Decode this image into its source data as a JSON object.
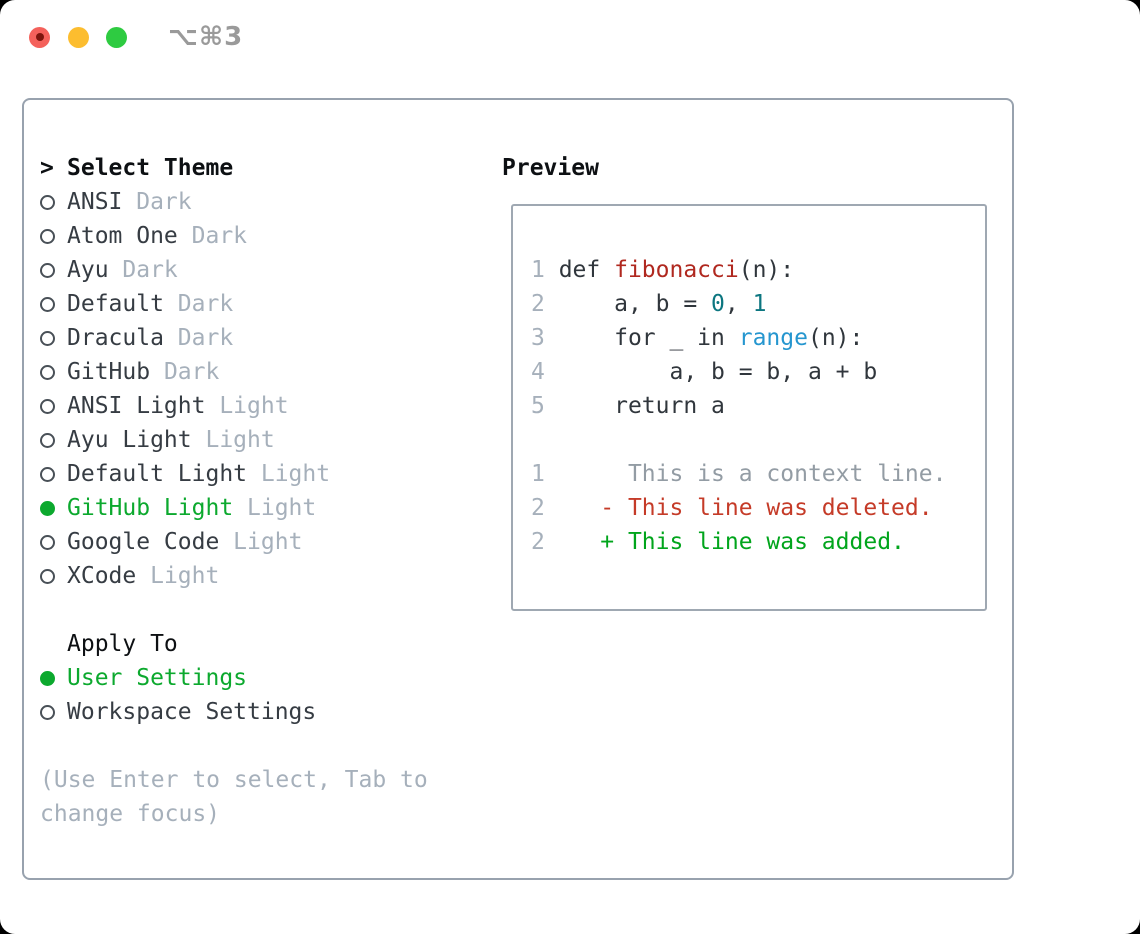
{
  "window": {
    "title": "⌥⌘3"
  },
  "colors": {
    "accent-green": "#0ca92e",
    "diff-added": "#01a51c",
    "diff-deleted": "#c53b28",
    "def-red": "#b0281f",
    "call-blue": "#2596cf",
    "number-teal": "#0c7680",
    "muted-gray": "#a6b0bb",
    "panel-border": "#98a2ae",
    "traffic-red": "#f4615b",
    "traffic-yellow": "#fcbd2f",
    "traffic-green": "#2ecb41"
  },
  "theme_picker": {
    "prompt": ">",
    "title": "Select Theme",
    "items": [
      {
        "label": "ANSI",
        "variant": "Dark",
        "selected": false
      },
      {
        "label": "Atom One",
        "variant": "Dark",
        "selected": false
      },
      {
        "label": "Ayu",
        "variant": "Dark",
        "selected": false
      },
      {
        "label": "Default",
        "variant": "Dark",
        "selected": false
      },
      {
        "label": "Dracula",
        "variant": "Dark",
        "selected": false
      },
      {
        "label": "GitHub",
        "variant": "Dark",
        "selected": false
      },
      {
        "label": "ANSI Light",
        "variant": "Light",
        "selected": false
      },
      {
        "label": "Ayu Light",
        "variant": "Light",
        "selected": false
      },
      {
        "label": "Default Light",
        "variant": "Light",
        "selected": false
      },
      {
        "label": "GitHub Light",
        "variant": "Light",
        "selected": true
      },
      {
        "label": "Google Code",
        "variant": "Light",
        "selected": false
      },
      {
        "label": "XCode",
        "variant": "Light",
        "selected": false
      }
    ],
    "apply_to": {
      "title": "Apply To",
      "options": [
        {
          "label": "User Settings",
          "selected": true
        },
        {
          "label": "Workspace Settings",
          "selected": false
        }
      ]
    },
    "hint": "(Use Enter to select, Tab to change focus)"
  },
  "preview": {
    "title": "Preview",
    "code_lines": [
      {
        "num": "1",
        "tokens": [
          {
            "t": "def ",
            "c": "plain"
          },
          {
            "t": "fibonacci",
            "c": "defname"
          },
          {
            "t": "(n):",
            "c": "plain"
          }
        ]
      },
      {
        "num": "2",
        "tokens": [
          {
            "t": "    a, b = ",
            "c": "plain"
          },
          {
            "t": "0",
            "c": "number"
          },
          {
            "t": ", ",
            "c": "plain"
          },
          {
            "t": "1",
            "c": "number"
          }
        ]
      },
      {
        "num": "3",
        "tokens": [
          {
            "t": "    for _ in ",
            "c": "plain"
          },
          {
            "t": "range",
            "c": "call"
          },
          {
            "t": "(n):",
            "c": "plain"
          }
        ]
      },
      {
        "num": "4",
        "tokens": [
          {
            "t": "        a, b = b, a + b",
            "c": "plain"
          }
        ]
      },
      {
        "num": "5",
        "tokens": [
          {
            "t": "    return a",
            "c": "plain"
          }
        ]
      },
      {
        "num": "",
        "tokens": []
      },
      {
        "num": "1",
        "tokens": [
          {
            "t": "     This is a context line.",
            "c": "context"
          }
        ]
      },
      {
        "num": "2",
        "tokens": [
          {
            "t": "   - This line was deleted.",
            "c": "deleted"
          }
        ]
      },
      {
        "num": "2",
        "tokens": [
          {
            "t": "   + This line was added.",
            "c": "added"
          }
        ]
      }
    ]
  }
}
